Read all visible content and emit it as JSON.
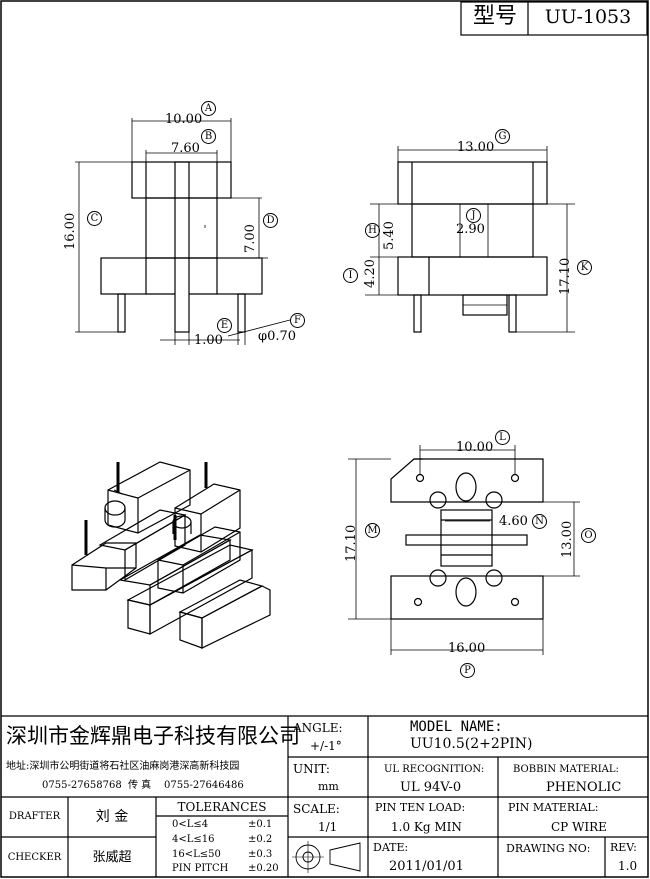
{
  "header": {
    "model_label": "型号",
    "model_value": "UU-1053"
  },
  "dims": {
    "A": "A",
    "B": "B",
    "C": "C",
    "D": "D",
    "E": "E",
    "F": "F",
    "G": "G",
    "H": "H",
    "I": "I",
    "J": "J",
    "K": "K",
    "L": "L",
    "M": "M",
    "N": "N",
    "O": "O",
    "P": "P",
    "a_val": "10.00",
    "b_val": "7.60",
    "c_val": "16.00",
    "d_val": "7.00",
    "e_val": "1.00",
    "f_val": "φ0.70",
    "g_val": "13.00",
    "h_val": "5.40",
    "i_val": "4.20",
    "j_val": "2.90",
    "k_val": "17.10",
    "l_val": "10.00",
    "m_val": "17.10",
    "n_val": "4.60",
    "o_val": "13.00",
    "p_val": "16.00"
  },
  "title_block": {
    "company": "深圳市金辉鼎电子科技有限公司",
    "address": "地址:深圳市公明街道将石社区油麻岗港深高新科技园",
    "phone": "0755-27658768",
    "fax_label": "传 真",
    "fax": "0755-27646486",
    "angle_label": "ANGLE:",
    "angle_value": "+/-1°",
    "model_name_label": "MODEL NAME:",
    "model_name_value": "UU10.5(2+2PIN)",
    "unit_label": "UNIT:",
    "unit_value": "mm",
    "ul_label": "UL RECOGNITION:",
    "ul_value": "UL 94V-0",
    "bobbin_label": "BOBBIN MATERIAL:",
    "bobbin_value": "PHENOLIC",
    "drafter_label": "DRAFTER",
    "drafter_value": "刘 金",
    "tolerances_label": "TOLERANCES",
    "tol_rows": [
      {
        "range": "0<L≤4",
        "tol": "±0.1"
      },
      {
        "range": "4<L≤16",
        "tol": "±0.2"
      },
      {
        "range": "16<L≤50",
        "tol": "±0.3"
      },
      {
        "range": "PIN PITCH",
        "tol": "±0.20"
      }
    ],
    "scale_label": "SCALE:",
    "scale_value": "1/1",
    "pin_ten_label": "PIN TEN LOAD:",
    "pin_ten_value": "1.0 Kg MIN",
    "pin_mat_label": "PIN MATERIAL:",
    "pin_mat_value": "CP WIRE",
    "checker_label": "CHECKER",
    "checker_value": "张威超",
    "date_label": "DATE:",
    "date_value": "2011/01/01",
    "drawing_no_label": "DRAWING NO:",
    "rev_label": "REV:",
    "rev_value": "1.0"
  }
}
